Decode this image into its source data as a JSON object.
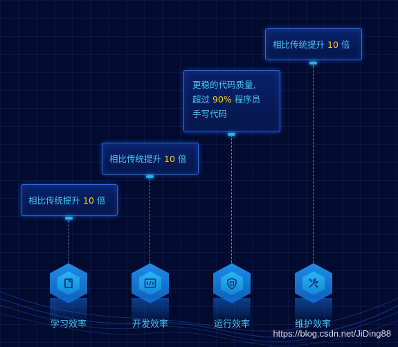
{
  "cards": [
    {
      "prefix": "相比传统提升",
      "num": "10",
      "suffix": "倍"
    },
    {
      "prefix": "相比传统提升",
      "num": "10",
      "suffix": "倍"
    },
    {
      "line1": "更稳的代码质量,",
      "line2_prefix": "超过",
      "line2_num": "90%",
      "line2_suffix": "程序员",
      "line3": "手写代码"
    },
    {
      "prefix": "相比传统提升",
      "num": "10",
      "suffix": "倍"
    }
  ],
  "labels": [
    "学习效率",
    "开发效率",
    "运行效率",
    "维护效率"
  ],
  "icons": [
    "book-icon",
    "code-icon",
    "shield-icon",
    "wrench-icon"
  ],
  "watermark": "https://blog.csdn.net/JiDing88",
  "colors": {
    "accent_text": "#46c6f5",
    "number": "#ffd21e",
    "background": "#020a2e",
    "border": "#2b6ce8"
  }
}
